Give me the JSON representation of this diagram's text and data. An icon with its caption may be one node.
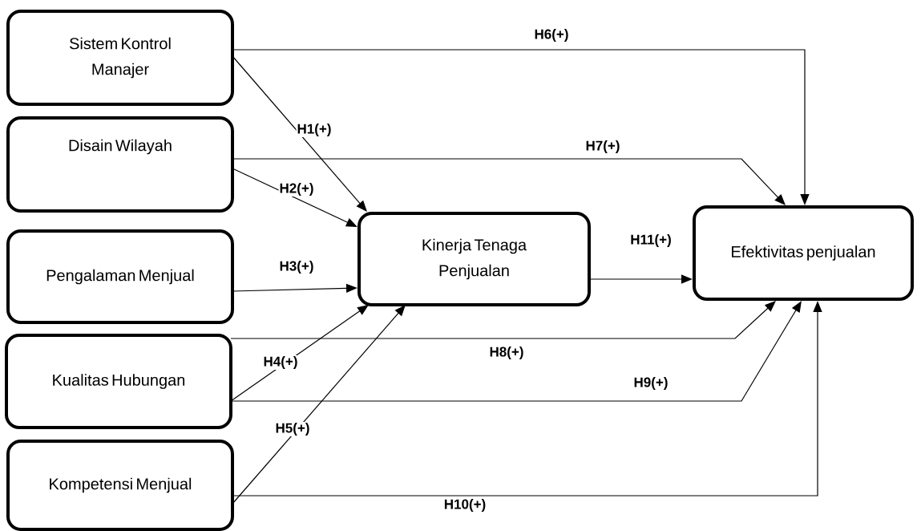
{
  "diagram": {
    "nodes": [
      {
        "text": [
          "Sistem Kontrol Manajer"
        ]
      },
      {
        "text": [
          "Disain Wilayah"
        ]
      },
      {
        "text": [
          "Pengalaman Menjual"
        ]
      },
      {
        "text": [
          "Kualitas Hubungan"
        ]
      },
      {
        "text": [
          "Kompetensi Menjual"
        ]
      },
      {
        "text": [
          "Kinerja Tenaga Penjualan"
        ]
      },
      {
        "text": [
          "Efektivitas penjualan"
        ]
      }
    ],
    "edges": [
      {
        "from": 0,
        "to": 5,
        "arrow": "to",
        "label": "H1(+)"
      },
      {
        "from": 1,
        "to": 5,
        "arrow": "to",
        "label": "H2(+)"
      },
      {
        "from": 2,
        "to": 5,
        "arrow": "to",
        "label": "H3(+)"
      },
      {
        "from": 3,
        "to": 5,
        "arrow": "to",
        "label": "H4(+)"
      },
      {
        "from": 4,
        "to": 5,
        "arrow": "to",
        "label": "H5(+)"
      },
      {
        "from": 0,
        "to": 6,
        "arrow": "to",
        "label": "H6(+)"
      },
      {
        "from": 1,
        "to": 6,
        "arrow": "to",
        "label": "H7(+)"
      },
      {
        "from": 3,
        "to": 6,
        "arrow": "to",
        "label": "H8(+)"
      },
      {
        "from": 3,
        "to": 6,
        "arrow": "to",
        "label": "H9(+)"
      },
      {
        "from": 4,
        "to": 6,
        "arrow": "to",
        "label": "H10(+)"
      },
      {
        "from": 5,
        "to": 6,
        "arrow": "to",
        "label": "H11(+)"
      }
    ]
  }
}
